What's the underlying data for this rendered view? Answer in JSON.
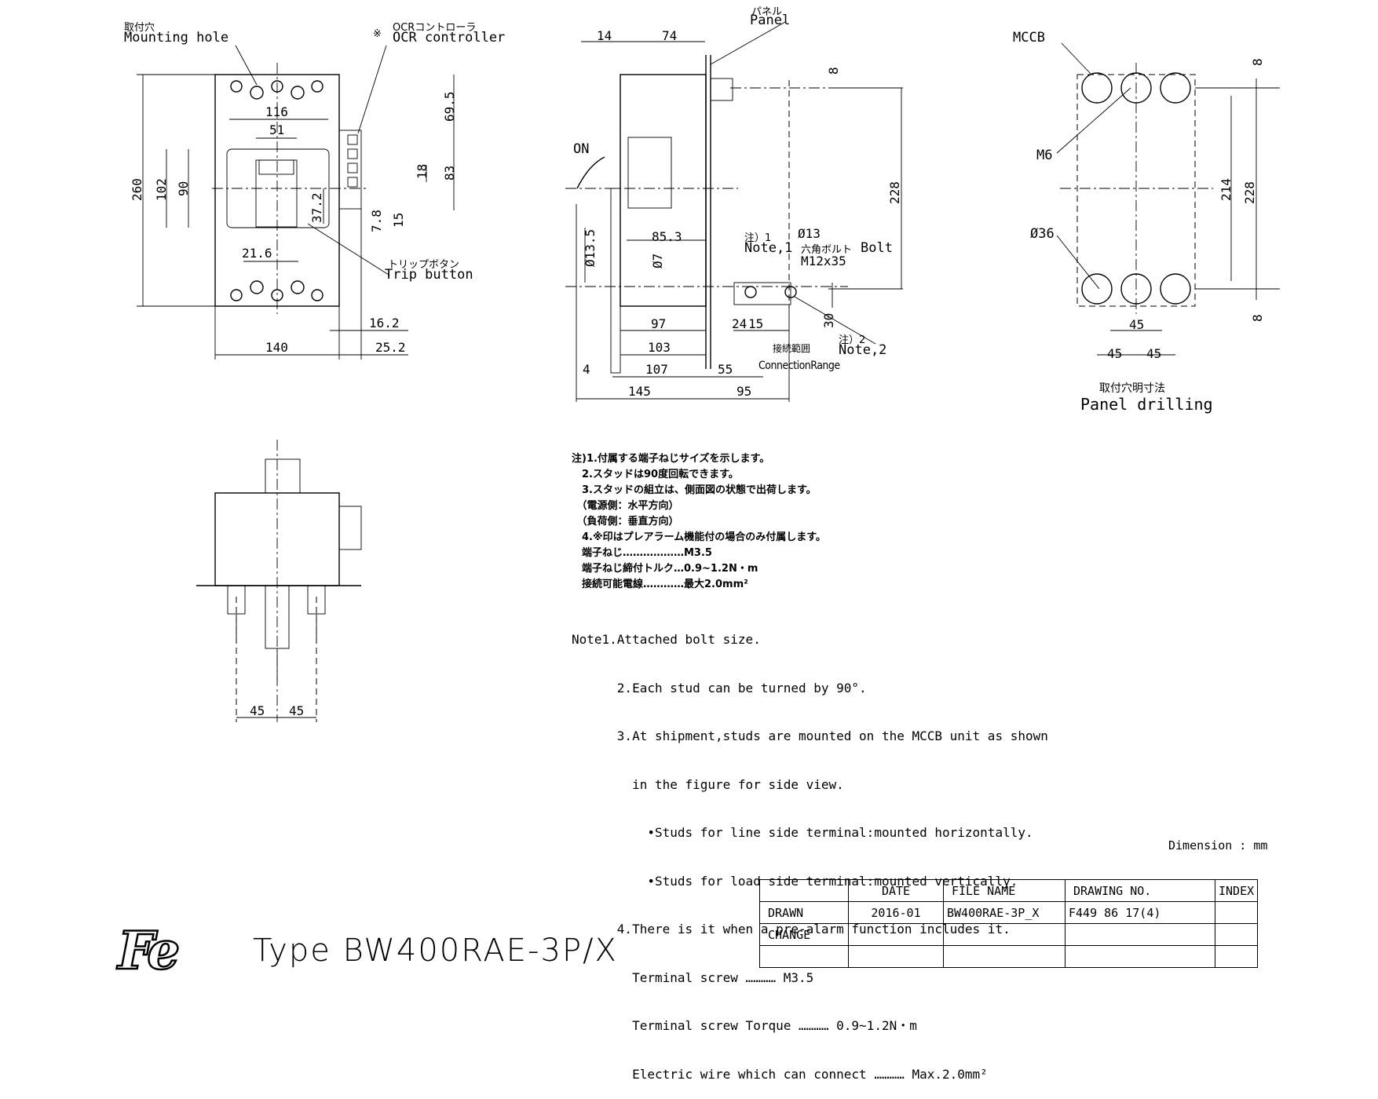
{
  "front_view": {
    "mounting_hole_jp": "取付穴",
    "mounting_hole": "Mounting hole",
    "ocr_mark": "※",
    "ocr_jp": "OCRコントローラ",
    "ocr": "OCR controller",
    "trip_jp": "トリップボタン",
    "trip": "Trip button",
    "dims": {
      "d116": "116",
      "d51": "51",
      "d260": "260",
      "d102": "102",
      "d90": "90",
      "d37_2": "37.2",
      "d69_5": "69.5",
      "d83": "83",
      "d18": "18",
      "d7_8": "7.8",
      "d15": "15",
      "d21_6": "21.6",
      "d140": "140",
      "d16_2": "16.2",
      "d25_2": "25.2"
    }
  },
  "side_view": {
    "panel_jp": "パネル",
    "panel": "Panel",
    "on_label": "ON",
    "note1_jp": "注）1",
    "note1": "Note,1",
    "bolt_jp": "六角ボルト",
    "bolt": "Bolt",
    "bolt_size": "M12x35",
    "dia13": "Ø13",
    "note2_jp": "注）2",
    "note2": "Note,2",
    "conn_jp": "接続範囲",
    "conn": "ConnectionRange",
    "dims": {
      "d14": "14",
      "d74": "74",
      "d8": "8",
      "d228": "228",
      "d85_3": "85.3",
      "d7": "Ø7",
      "d13_5": "Ø13.5",
      "d97": "97",
      "d24": "24",
      "d15": "15",
      "d30": "30",
      "d103": "103",
      "d107": "107",
      "d55": "55",
      "d4": "4",
      "d145": "145",
      "d95": "95"
    }
  },
  "panel_drilling": {
    "mccb": "MCCB",
    "m6": "M6",
    "dia36": "Ø36",
    "caption_jp": "取付穴明寸法",
    "caption": "Panel drilling",
    "dims": {
      "d8a": "8",
      "d214": "214",
      "d228": "228",
      "d8b": "8",
      "d45a": "45",
      "d45b": "45",
      "d45c": "45"
    }
  },
  "bottom_view": {
    "dims": {
      "d45a": "45",
      "d45b": "45"
    }
  },
  "notes_jp": [
    "注)1.付属する端子ねじサイズを示します。",
    "　2.スタッドは90度回転できます。",
    "　3.スタッドの組立は、側面図の状態で出荷します。",
    "　（電源側：水平方向）",
    "　（負荷側：垂直方向）",
    "　4.※印はプレアラーム機能付の場合のみ付属します。",
    "　端子ねじ………………M3.5",
    "　端子ねじ締付トルク…0.9~1.2N・m",
    "　接続可能電線…………最大2.0mm²"
  ],
  "notes_en": [
    "Note1.Attached bolt size.",
    "      2.Each stud can be turned by 90°.",
    "      3.At shipment,studs are mounted on the MCCB unit as shown",
    "        in the figure for side view.",
    "          •Studs for line side terminal:mounted horizontally.",
    "          •Studs for load side terminal:mounted vertically.",
    "      4.There is it when a pre-alarm function includes it.",
    "        Terminal screw ………… M3.5",
    "        Terminal screw Torque ………… 0.9~1.2N・m",
    "        Electric wire which can connect ………… Max.2.0mm²"
  ],
  "dimension_unit": "Dimension : mm",
  "title_block": {
    "headers": [
      "",
      "DATE",
      "FILE NAME",
      "DRAWING NO.",
      "INDEX"
    ],
    "rows": [
      [
        "DRAWN",
        "2016-01",
        "BW400RAE-3P_X",
        "F449 86 17(4)",
        ""
      ],
      [
        "CHANGE",
        "",
        "",
        "",
        ""
      ],
      [
        "",
        "",
        "",
        "",
        ""
      ]
    ]
  },
  "logo": "Fe",
  "title": "Type BW400RAE-3P/X"
}
